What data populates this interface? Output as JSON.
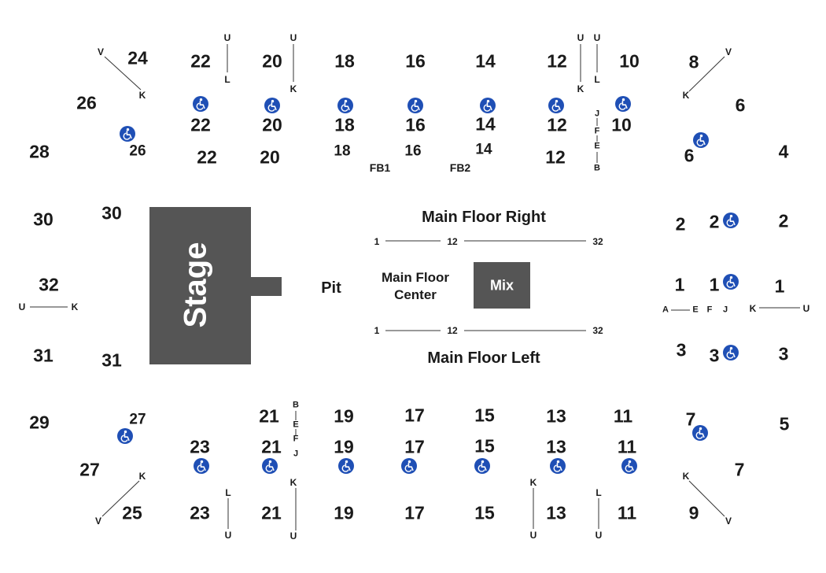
{
  "floor": {
    "stage": "Stage",
    "pit": "Pit",
    "mix": "Mix",
    "main_floor_right": "Main Floor Right",
    "main_floor_center": "Main Floor\nCenter",
    "main_floor_left": "Main Floor Left",
    "fb1": "FB1",
    "fb2": "FB2",
    "right_row_start": "1",
    "right_row_mid": "12",
    "right_row_end": "32",
    "left_row_start": "1",
    "left_row_mid": "12",
    "left_row_end": "32"
  },
  "colors": {
    "stage_fill": "#555555",
    "accessible_blue": "#1f4fb5",
    "text": "#1a1a1a"
  },
  "icons": [
    "wheelchair-accessible-icon"
  ],
  "sections": {
    "s24": "24",
    "s26a": "26",
    "s26b": "26",
    "s28": "28",
    "s22a": "22",
    "s22b": "22",
    "s22c": "22",
    "s20a": "20",
    "s20b": "20",
    "s20c": "20",
    "s18a": "18",
    "s18b": "18",
    "s18c": "18",
    "s16a": "16",
    "s16b": "16",
    "s16c": "16",
    "s14a": "14",
    "s14b": "14",
    "s14c": "14",
    "s12a": "12",
    "s12b": "12",
    "s12c": "12",
    "s10a": "10",
    "s10b": "10",
    "s8": "8",
    "s6a": "6",
    "s6b": "6",
    "s4": "4",
    "s30a": "30",
    "s30b": "30",
    "s32": "32",
    "s31a": "31",
    "s31b": "31",
    "s2a": "2",
    "s2b": "2",
    "s2c": "2",
    "s1a": "1",
    "s1b": "1",
    "s1c": "1",
    "s3a": "3",
    "s3b": "3",
    "s3c": "3",
    "s29": "29",
    "s27a": "27",
    "s27b": "27",
    "s25": "25",
    "s23a": "23",
    "s23b": "23",
    "s21a": "21",
    "s21b": "21",
    "s21c": "21",
    "s19a": "19",
    "s19b": "19",
    "s19c": "19",
    "s17a": "17",
    "s17b": "17",
    "s17c": "17",
    "s15a": "15",
    "s15b": "15",
    "s15c": "15",
    "s13a": "13",
    "s13b": "13",
    "s13c": "13",
    "s11a": "11",
    "s11b": "11",
    "s11c": "11",
    "s7a": "7",
    "s7b": "7",
    "s5": "5",
    "s9": "9"
  },
  "rows": {
    "u": "U",
    "l": "L",
    "k": "K",
    "v": "V",
    "j": "J",
    "f": "F",
    "e": "E",
    "b": "B",
    "a": "A"
  }
}
